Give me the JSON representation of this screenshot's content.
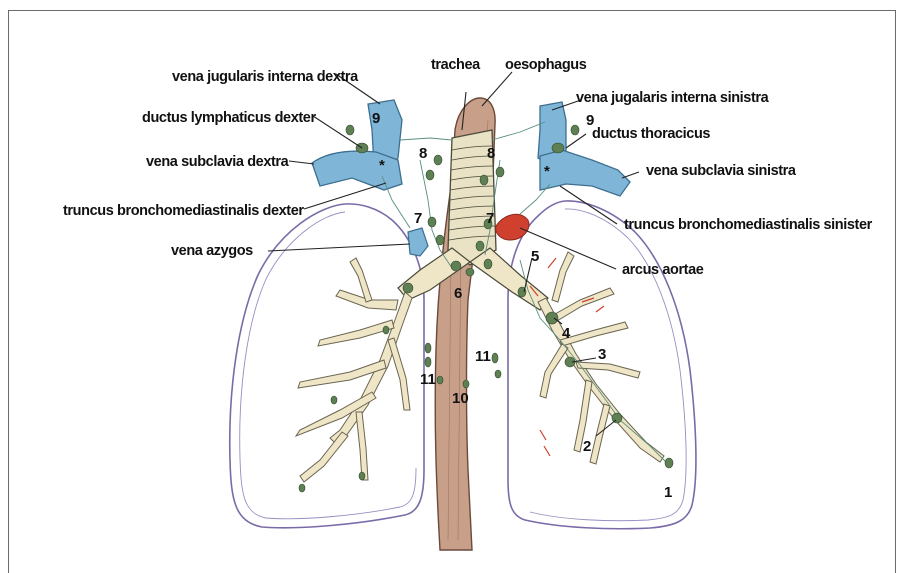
{
  "labels": {
    "vena_jugularis_interna_dextra": "vena jugularis interna dextra",
    "ductus_lymphaticus_dexter": "ductus lymphaticus dexter",
    "vena_subclavia_dextra": "vena subclavia dextra",
    "truncus_bronchomediastinalis_dexter": "truncus bronchomediastinalis dexter",
    "vena_azygos": "vena azygos",
    "trachea": "trachea",
    "oesophagus": "oesophagus",
    "vena_jugalaris_interna_sinistra": "vena jugalaris interna sinistra",
    "ductus_thoracicus": "ductus thoracicus",
    "vena_subclavia_sinistra": "vena subclavia sinistra",
    "truncus_bronchomediastinalis_sinister": "truncus bronchomediastinalis sinister",
    "arcus_aortae": "arcus aortae"
  },
  "numbers": {
    "n9_left": "9",
    "n9_right": "9",
    "n8_left": "8",
    "n8_right": "8",
    "n7_left": "7",
    "n7_right": "7",
    "n6": "6",
    "n5": "5",
    "n4": "4",
    "n3": "3",
    "n2": "2",
    "n1": "1",
    "n11_left": "11",
    "n11_right": "11",
    "n10": "10"
  },
  "asterisks": {
    "left": "*",
    "right": "*"
  },
  "colors": {
    "vein": "#7fb6d8",
    "aorta": "#d0402e",
    "oesophagus": "#c89f88",
    "trachea": "#e9e2c4",
    "lymph_node": "#5f7f55",
    "lung_outline": "#7a6aa8",
    "bronchi": "#efe6c8"
  }
}
